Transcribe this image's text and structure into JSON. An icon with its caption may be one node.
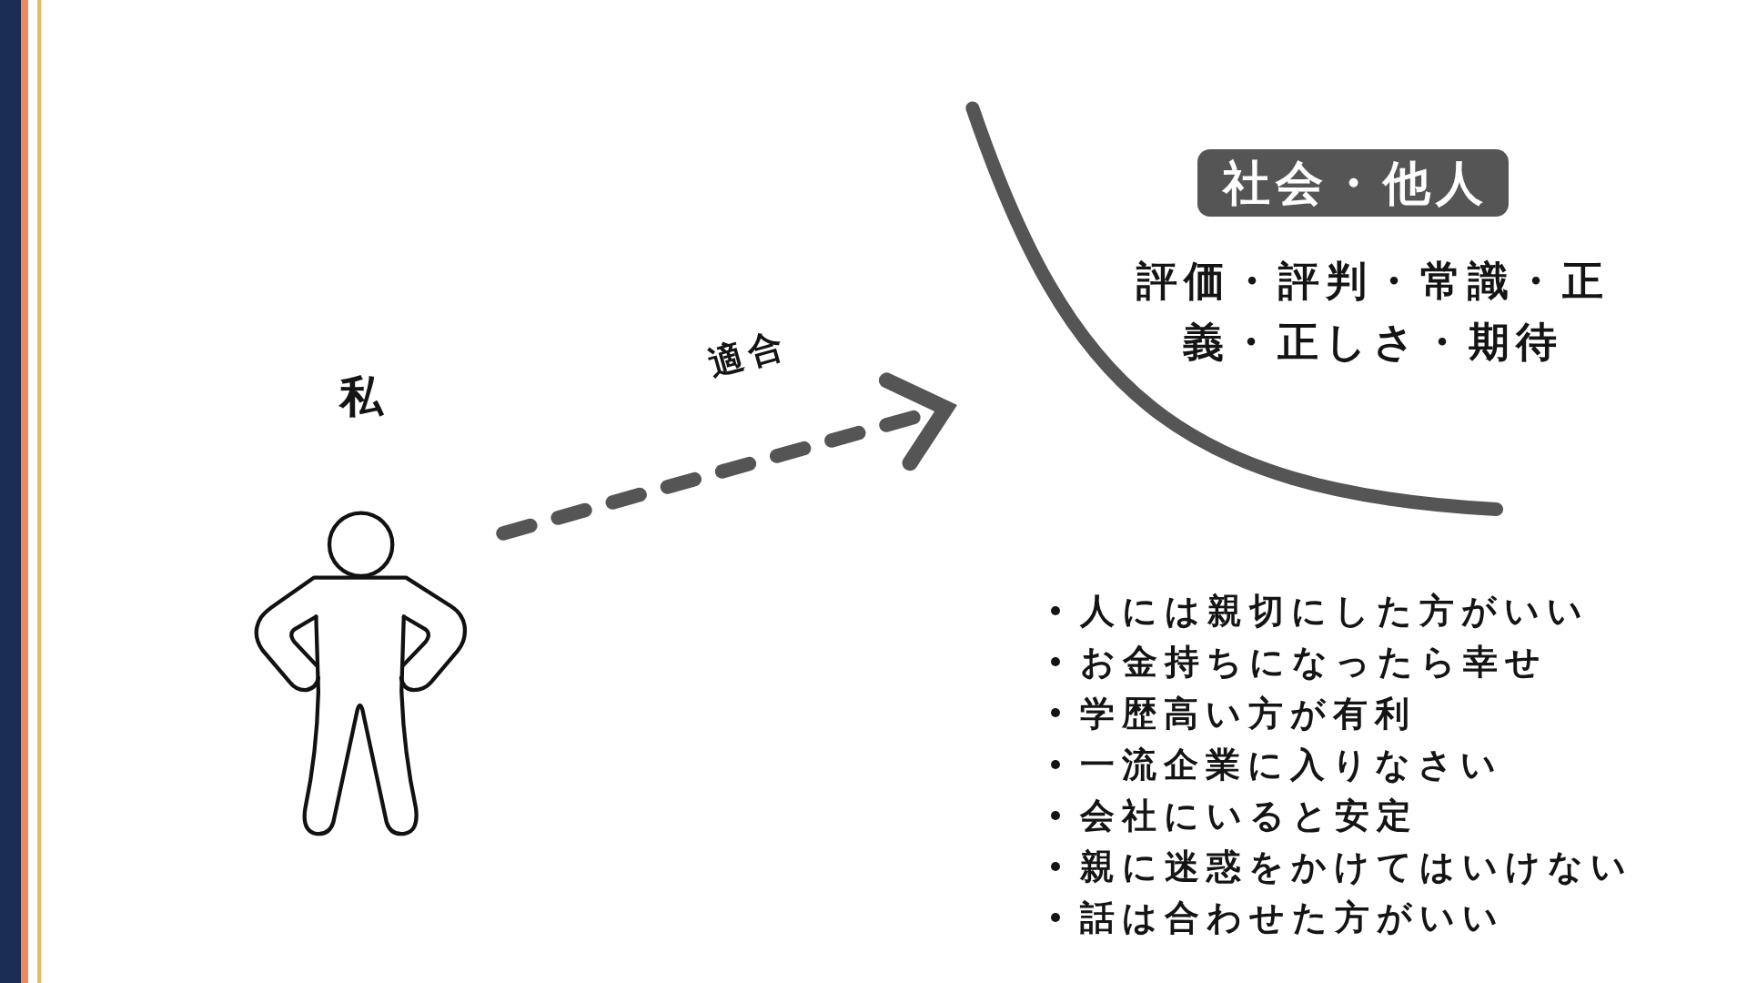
{
  "diagram": {
    "nodes": [
      {
        "text": [
          "私"
        ]
      },
      {
        "text": [],
        "shape": "arc"
      },
      {
        "text": [
          "社会・他人"
        ],
        "in": 1
      }
    ],
    "edges": [
      {
        "from": 0,
        "to": 1,
        "arrow": "to",
        "style": "dashed",
        "label": "適合"
      }
    ],
    "labels": [
      "評価・評判・常識・正義・正しさ・期待",
      "人には親切にした方がいい",
      "お金持ちになったら幸せ",
      "学歴高い方が有利",
      "一流企業に入りなさい",
      "会社にいると安定",
      "親に迷惑をかけてはいけない",
      "話は合わせた方がいい"
    ]
  }
}
